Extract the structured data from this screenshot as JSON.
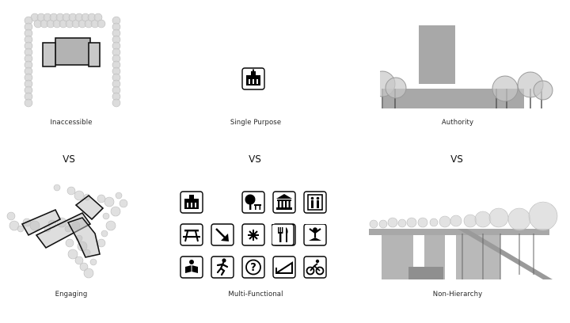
{
  "captions": {
    "inaccessible": "Inaccessible",
    "single_purpose": "Single Purpose",
    "authority": "Authority",
    "engaging": "Engaging",
    "multi_functional": "Multi-Functional",
    "non_hierarchy": "Non-Hierarchy"
  },
  "vs": [
    "VS",
    "VS",
    "VS"
  ],
  "colors": {
    "tree_fill": "#d6d6d6",
    "tree_stroke": "#bdbdbd",
    "building": "#a6a6a6",
    "outline": "#111111",
    "icon_stroke": "#000000"
  },
  "icons": {
    "single": "city-hall-icon",
    "grid": [
      "city-hall-icon",
      "",
      "tree-bench-icon",
      "museum-icon",
      "elevator-icon",
      "picnic-table-icon",
      "arrow-down-right-icon",
      "star-burst-icon",
      "film-projector-icon",
      "restaurant-icon",
      "meditation-icon",
      "reading-icon",
      "skating-icon",
      "information-icon",
      "skate-ramp-icon",
      "cycling-icon"
    ]
  }
}
